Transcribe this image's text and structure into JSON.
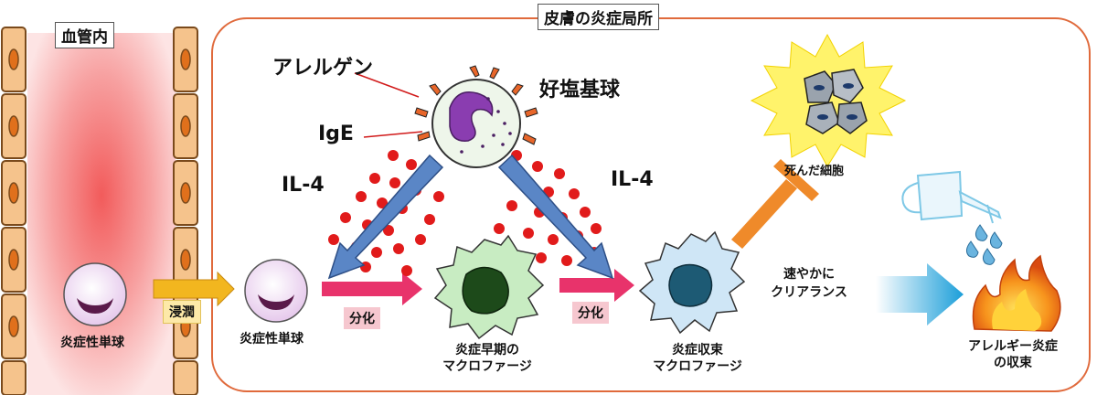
{
  "labels": {
    "blood_vessel": "血管内",
    "skin_site": "皮膚の炎症局所",
    "allergen": "アレルゲン",
    "basophil": "好塩基球",
    "ige": "IgE",
    "il4_left": "IL-4",
    "il4_right": "IL-4",
    "dead_cells": "死んだ細胞",
    "infiltration": "浸潤",
    "monocyte_vessel": "炎症性単球",
    "monocyte_skin": "炎症性単球",
    "differentiation_1": "分化",
    "differentiation_2": "分化",
    "early_macrophage_1": "炎症早期の",
    "early_macrophage_2": "マクロファージ",
    "resolving_macrophage_1": "炎症収束",
    "resolving_macrophage_2": "マクロファージ",
    "clearance_1": "速やかに",
    "clearance_2": "クリアランス",
    "resolution_1": "アレルギー炎症",
    "resolution_2": "の収束"
  },
  "colors": {
    "vessel_wall": "#f5c38c",
    "vessel_nucleus": "#e0701c",
    "vessel_gradient": "#f04a4a",
    "skin_border": "#e06a3c",
    "cytokine_dot": "#e11b1b",
    "arrow_blue": "#5a86c6",
    "arrow_pink": "#e8336b",
    "arrow_orange": "#ef8a2a",
    "arrow_gold": "#f2b61f",
    "arrow_cyan": "#2aa6de",
    "early_macrophage": "#c8ecc2",
    "resolving_macrophage": "#cfe6f6",
    "monocyte_nucleus": "#5a1a4a"
  },
  "icons": [
    "monocyte-cell-icon",
    "basophil-cell-icon",
    "early-macrophage-icon",
    "resolving-macrophage-icon",
    "dead-cells-icon",
    "watering-can-icon",
    "water-drops-icon",
    "fire-icon",
    "inhibition-bar-icon"
  ]
}
